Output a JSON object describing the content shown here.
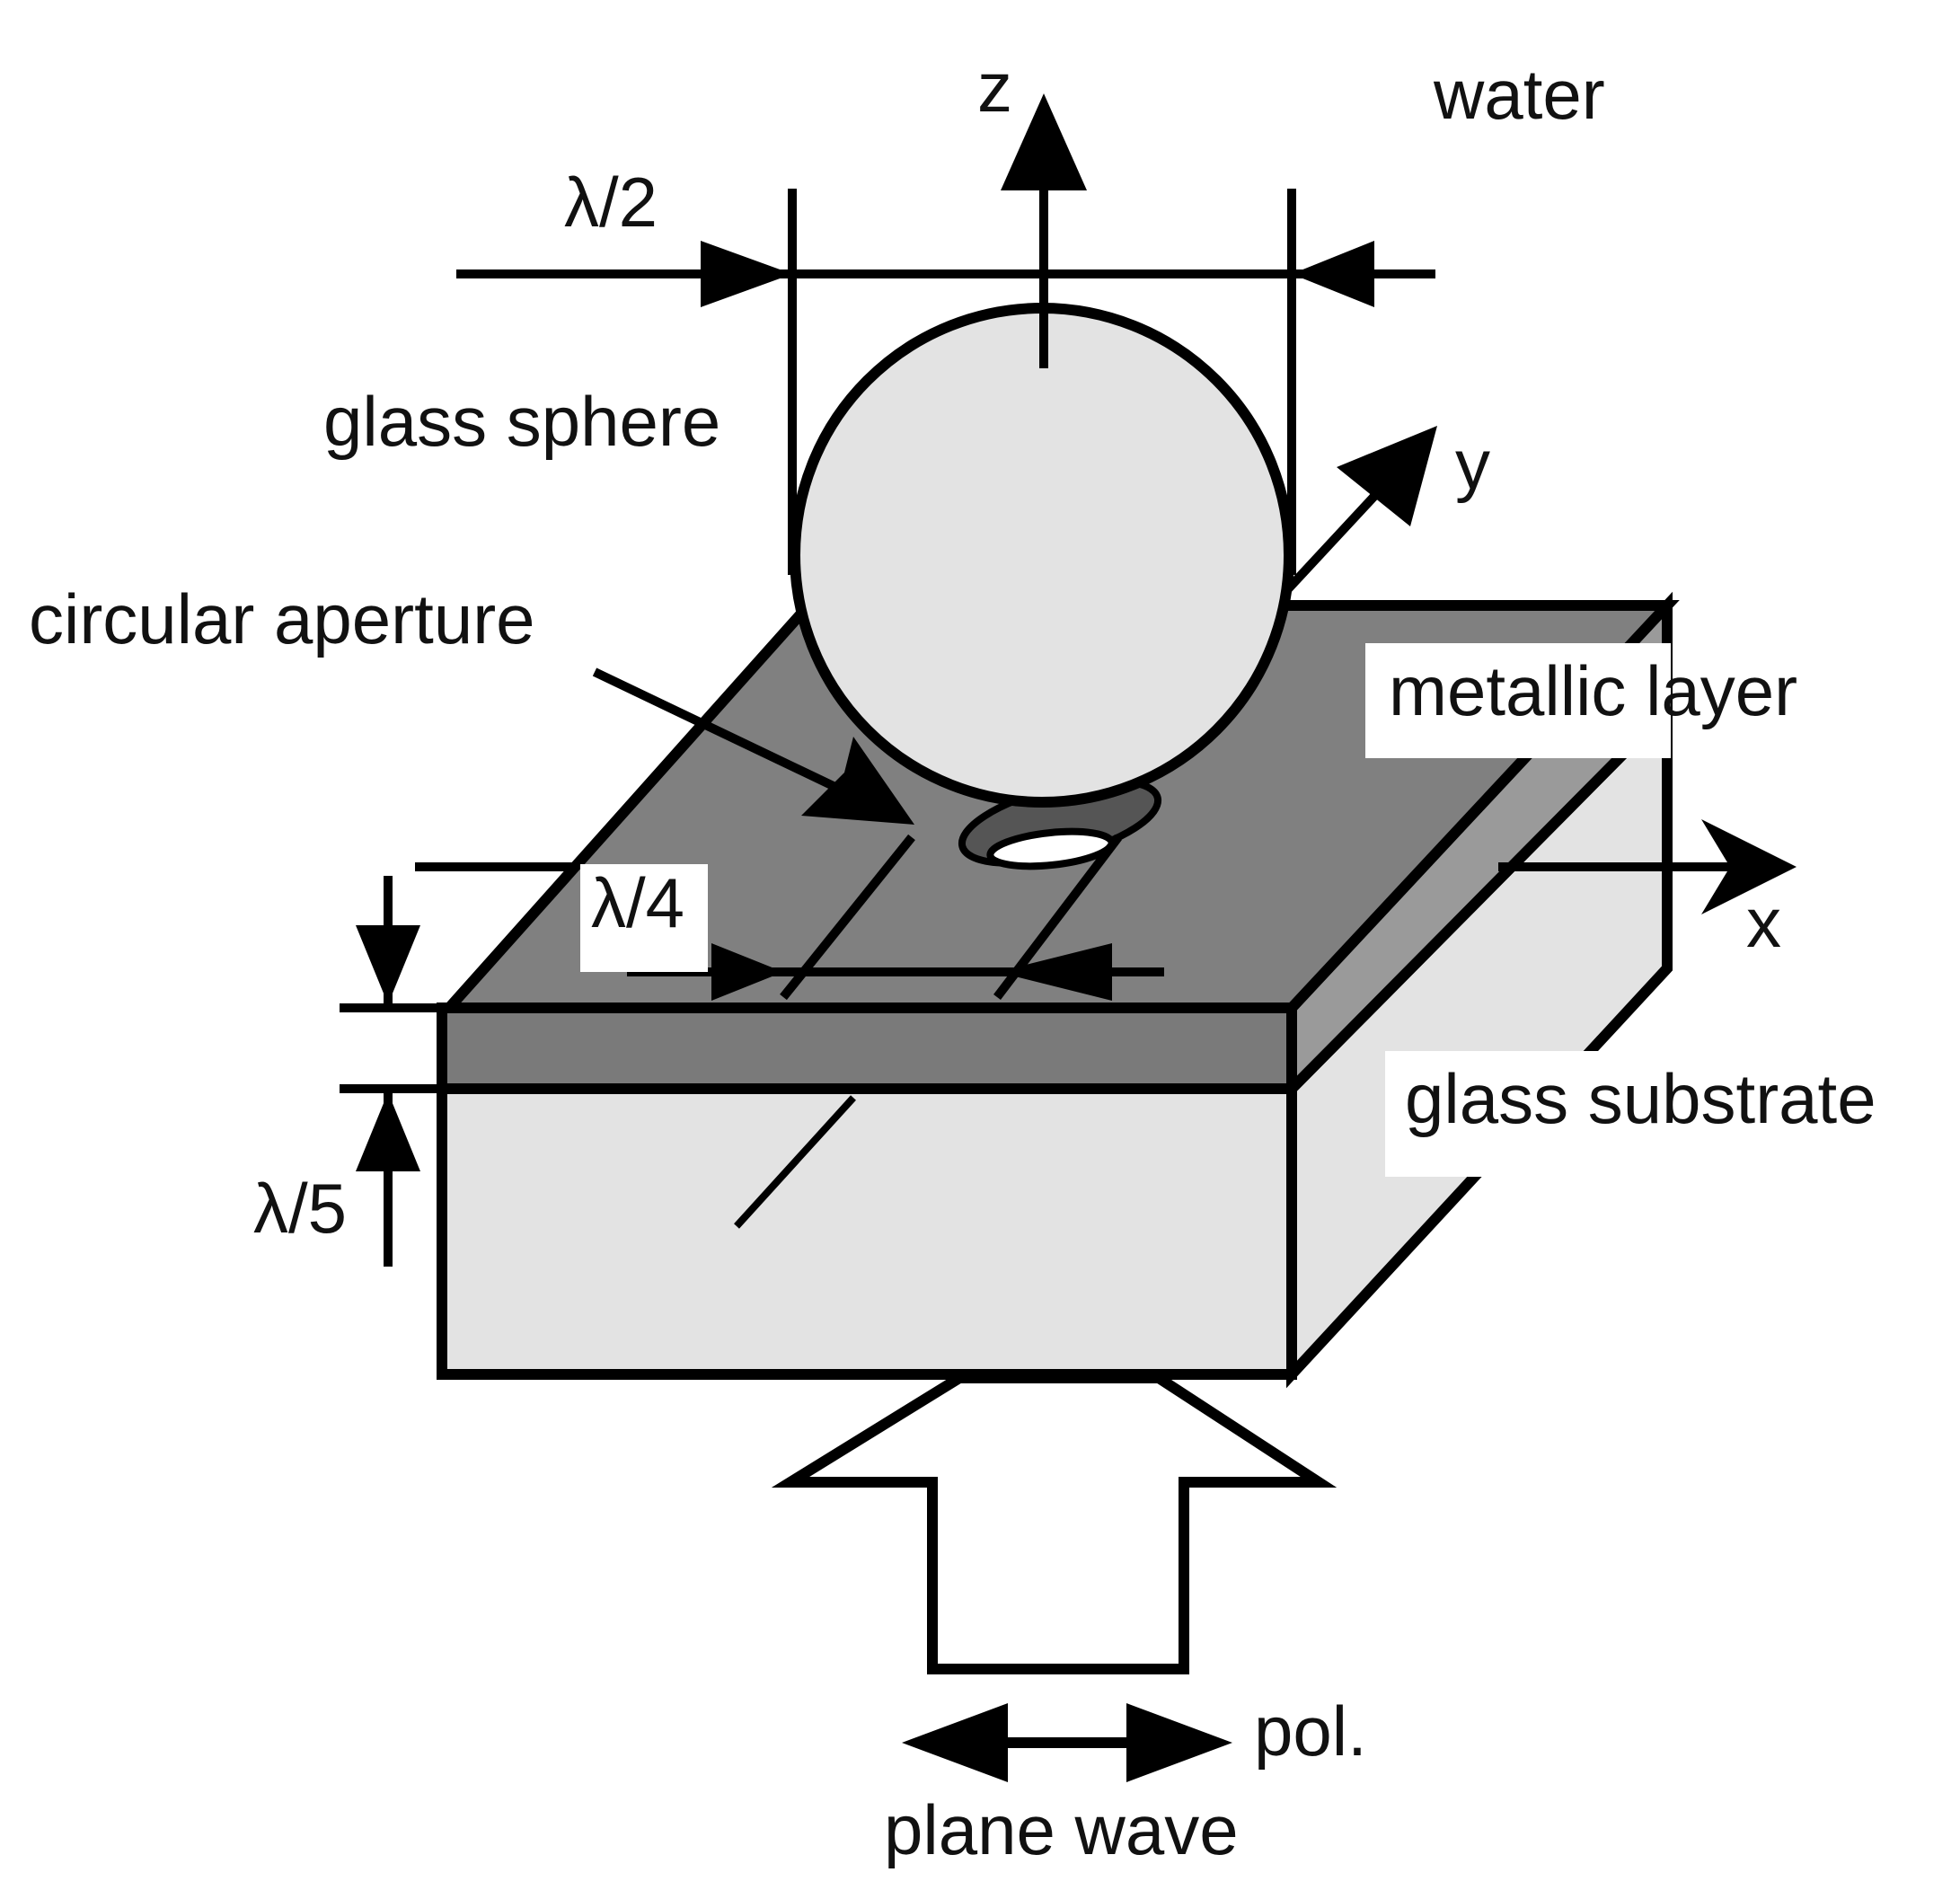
{
  "labels": {
    "water": "water",
    "z_axis": "z",
    "y_axis": "y",
    "x_axis": "x",
    "half_wavelength": "λ/2",
    "quarter_wavelength": "λ/4",
    "fifth_wavelength": "λ/5",
    "glass_sphere": "glass sphere",
    "circular_aperture": "circular aperture",
    "metallic_layer": "metallic layer",
    "glass_substrate": "glass substrate",
    "polarization": "pol.",
    "plane_wave": "plane wave"
  },
  "colors": {
    "metal_top": "#808080",
    "metal_front": "#7a7a7a",
    "metal_side": "#9a9a9a",
    "glass": "#e3e3e3",
    "aperture": "#555555",
    "outline": "#000000",
    "background": "#ffffff"
  }
}
